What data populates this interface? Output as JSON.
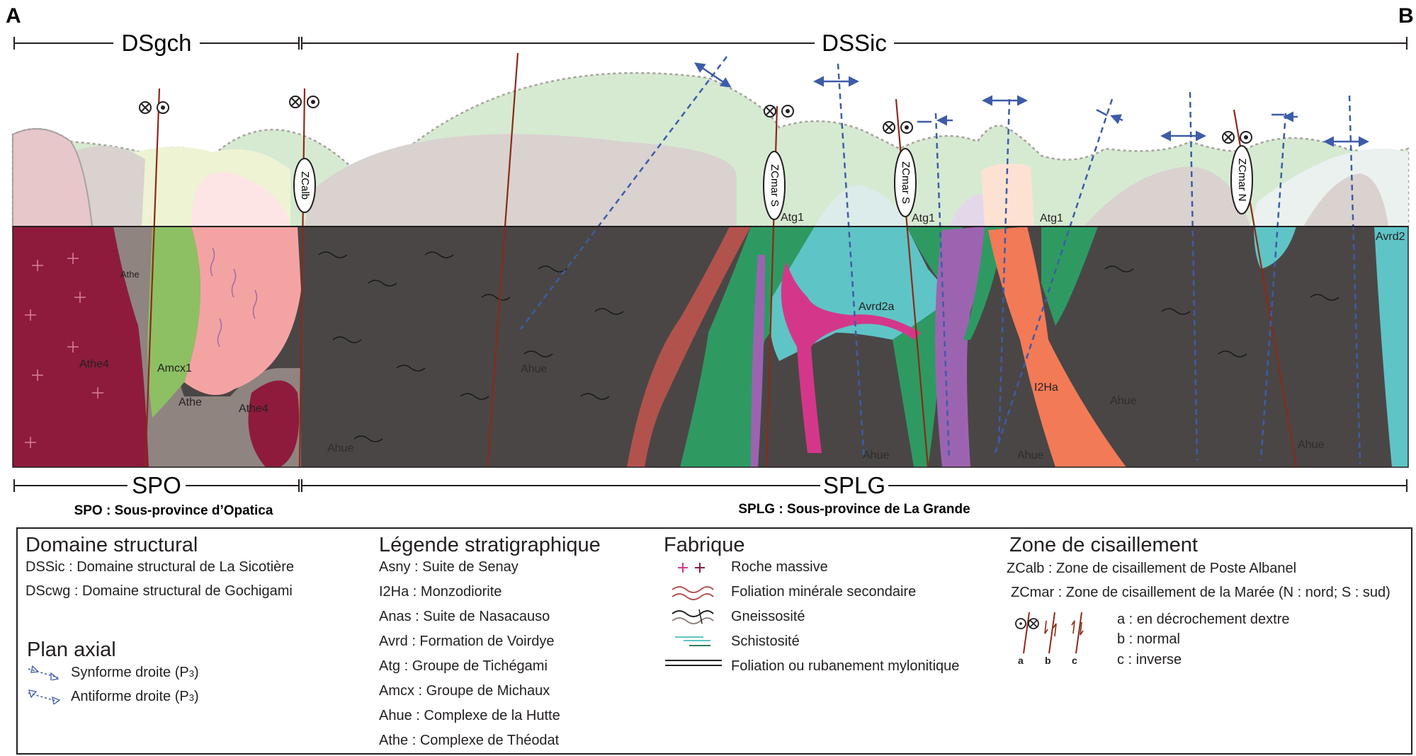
{
  "corners": {
    "left": "A",
    "right": "B"
  },
  "domains": {
    "dsgch": "DSgch",
    "dssic": "DSSic"
  },
  "provinces": {
    "spo": "SPO",
    "splg": "SPLG",
    "spo_full": "SPO : Sous-province d’Opatica",
    "splg_full": "SPLG : Sous-province de La Grande"
  },
  "shear_zone_tags": [
    "ZCalb",
    "ZCmar S",
    "ZCmar S",
    "ZCmar N"
  ],
  "unit_labels": {
    "athe_small": "Athe",
    "athe4": "Athe4",
    "amcx1": "Amcx1",
    "athe": "Athe",
    "athe4_b": "Athe4",
    "ahue_1": "Ahue",
    "ahue_2": "Ahue",
    "atg1_1": "Atg1",
    "atg1_2": "Atg1",
    "atg1_3": "Atg1",
    "avrd2a": "Avrd2a",
    "ahue_3": "Ahue",
    "ahue_4": "Ahue",
    "i2ha": "I2Ha",
    "ahue_5": "Ahue",
    "ahue_6": "Ahue",
    "avrd2": "Avrd2"
  },
  "legend": {
    "domaine": {
      "title": "Domaine structural",
      "items": [
        "DSSic : Domaine structural de La Sicotière",
        "DScwg : Domaine structural de Gochigami"
      ]
    },
    "plan_axial": {
      "title": "Plan axial",
      "synforme": "Synforme droite (P",
      "antiforme": "Antiforme droite (P",
      "p_sub": "3",
      "close": ")"
    },
    "strati": {
      "title": "Légende stratigraphique",
      "items": [
        "Asny : Suite de Senay",
        "I2Ha : Monzodiorite",
        "Anas : Suite de Nasacauso",
        "Avrd : Formation de Voirdye",
        "Atg : Groupe de Tichégami",
        "Amcx : Groupe de Michaux",
        "Ahue : Complexe de la Hutte",
        "Athe : Complexe de Théodat"
      ]
    },
    "fabrique": {
      "title": "Fabrique",
      "items": [
        "Roche massive",
        "Foliation minérale secondaire",
        "Gneissosité",
        "Schistosité",
        "Foliation ou rubanement mylonitique"
      ]
    },
    "cisaillement": {
      "title": "Zone de cisaillement",
      "items": [
        "ZCalb : Zone de cisaillement de Poste Albanel",
        "ZCmar : Zone de cisaillement de la Marée (N : nord; S : sud)"
      ],
      "kinematics": [
        "a : en décrochement dextre",
        "b : normal",
        "c : inverse"
      ],
      "letters": [
        "a",
        "b",
        "c"
      ]
    }
  },
  "colors": {
    "athe4": "#8e1b3c",
    "athe": "#8f8480",
    "amcx": "#8cc063",
    "pink_intrusion": "#f4a3a3",
    "ahue": "#4a4646",
    "atg": "#2e9a62",
    "avrd": "#5fc4c6",
    "anas": "#9c64b0",
    "asny": "#d4378a",
    "i2ha": "#f27a57",
    "red_dyke": "#b2524d",
    "shear": "#8b2a17",
    "axial": "#3d5ca8",
    "eroded_green": "#d6ead2",
    "eroded_grey": "#d9d2cf"
  }
}
